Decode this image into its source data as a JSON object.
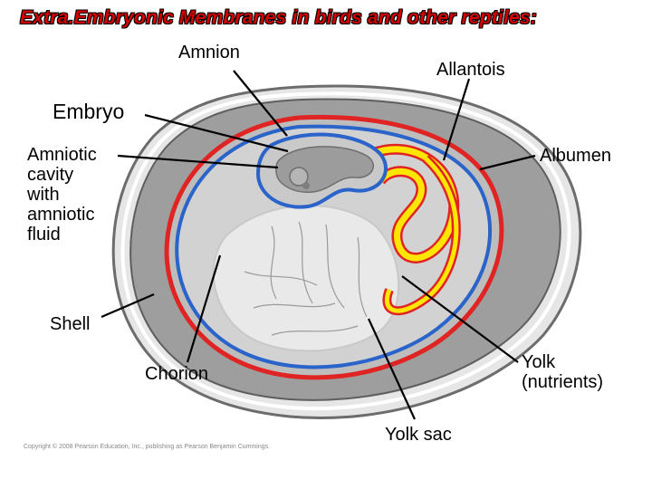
{
  "title": "Extra.Embryonic  Membranes  in birds  and  other reptiles:",
  "labels": {
    "amnion": "Amnion",
    "allantois": "Allantois",
    "embryo": "Embryo",
    "amniotic_cavity": [
      "Amniotic",
      "cavity",
      "with",
      "amniotic",
      "fluid"
    ],
    "albumen": "Albumen",
    "shell": "Shell",
    "chorion": "Chorion",
    "yolk": [
      "Yolk",
      "(nutrients)"
    ],
    "yolk_sac": "Yolk sac"
  },
  "copyright": "Copyright © 2008 Pearson Education, Inc., publishing as Pearson Benjamin Cummings.",
  "colors": {
    "title": "#d40000",
    "chorion_red": "#e02424",
    "amnion_blue": "#2a63c9",
    "allantois_yellow": "#ffe600",
    "shell_gray": "#8a8a8a",
    "albumen_gray": "#a8a8a8"
  }
}
